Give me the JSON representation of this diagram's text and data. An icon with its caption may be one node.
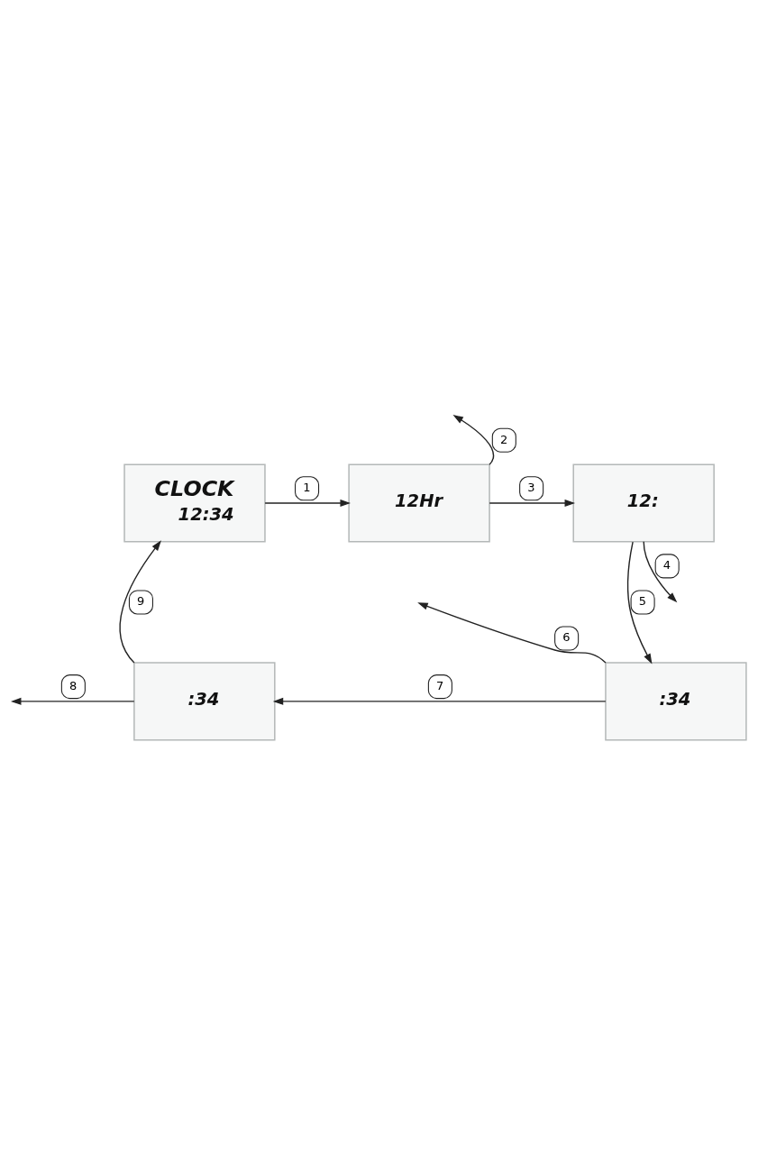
{
  "diagram": {
    "nodes": [
      {
        "text": [
          "CLOCK",
          "12:34"
        ]
      },
      {
        "text": [
          "12Hr"
        ]
      },
      {
        "text": [
          "12:"
        ]
      },
      {
        "text": [
          ":34"
        ]
      },
      {
        "text": [
          ":34"
        ]
      }
    ],
    "edges": [
      {
        "from": 0,
        "to": 1,
        "arrow": "to",
        "label": "1"
      },
      {
        "from": 1,
        "to": null,
        "arrow": "to",
        "label": "2"
      },
      {
        "from": 1,
        "to": 2,
        "arrow": "to",
        "label": "3"
      },
      {
        "from": 2,
        "to": null,
        "arrow": "to",
        "label": "4"
      },
      {
        "from": 2,
        "to": 3,
        "arrow": "to",
        "label": "5"
      },
      {
        "from": 3,
        "to": null,
        "arrow": "to",
        "label": "6"
      },
      {
        "from": 3,
        "to": 4,
        "arrow": "to",
        "label": "7"
      },
      {
        "from": 4,
        "to": null,
        "arrow": "to",
        "label": "8"
      },
      {
        "from": 4,
        "to": 0,
        "arrow": "to",
        "label": "9"
      }
    ]
  }
}
